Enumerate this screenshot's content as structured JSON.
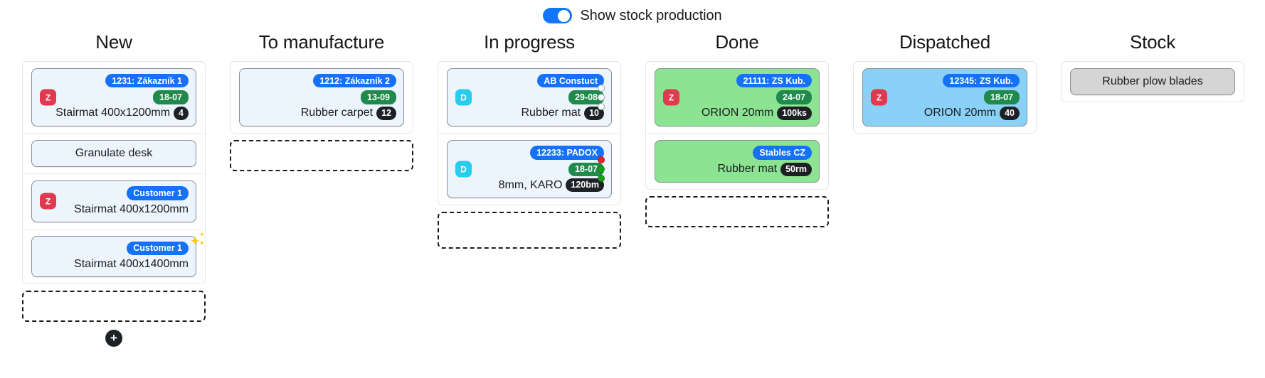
{
  "toggle": {
    "label": "Show stock production",
    "on": true,
    "accent_color": "#1476ff"
  },
  "colors": {
    "card_blue_light": "#ecf4fd",
    "card_green": "#8ce493",
    "card_blue": "#8bd0f7",
    "card_grey": "#d5d5d5",
    "badge_customer": "#1571f5",
    "badge_date": "#1f8a4c",
    "badge_qty": "#1d2125",
    "marker_red": "#e03a4e",
    "marker_cyan": "#28ccee",
    "dot_red": "#e0252f",
    "dot_green": "#18a018"
  },
  "add_button_label": "+",
  "columns": [
    {
      "title": "New",
      "cards": [
        {
          "marker": "Z",
          "marker_color": "red",
          "customer": "1231: Zákazník 1",
          "date": "18-07",
          "product": "Stairmat 400x1200mm",
          "qty": "4",
          "style": "light",
          "dots": null,
          "sparkle": false
        },
        {
          "marker": null,
          "marker_color": null,
          "customer": null,
          "date": null,
          "product": "Granulate desk",
          "qty": null,
          "style": "plain",
          "dots": null,
          "sparkle": false
        },
        {
          "marker": "Z",
          "marker_color": "red",
          "customer": "Customer 1",
          "date": null,
          "product": "Stairmat 400x1200mm",
          "qty": null,
          "style": "light",
          "dots": null,
          "sparkle": false
        },
        {
          "marker": null,
          "marker_color": null,
          "customer": "Customer 1",
          "date": null,
          "product": "Stairmat 400x1400mm",
          "qty": null,
          "style": "light",
          "dots": null,
          "sparkle": true
        }
      ],
      "dropzone": true,
      "add_button": true
    },
    {
      "title": "To manufacture",
      "cards": [
        {
          "marker": null,
          "marker_color": null,
          "customer": "1212: Zákazník 2",
          "date": "13-09",
          "product": "Rubber carpet",
          "qty": "12",
          "style": "light",
          "dots": null,
          "sparkle": false
        }
      ],
      "dropzone": true,
      "add_button": false
    },
    {
      "title": "In progress",
      "cards": [
        {
          "marker": "D",
          "marker_color": "cyan",
          "customer": "AB Constuct",
          "date": "29-08",
          "product": "Rubber mat",
          "qty": "10",
          "style": "light",
          "dots": [
            "empty",
            "empty",
            "empty"
          ],
          "sparkle": false
        },
        {
          "marker": "D",
          "marker_color": "cyan",
          "customer": "12233: PADOX",
          "date": "18-07",
          "product": "8mm, KARO",
          "qty": "120bm",
          "style": "light",
          "dots": [
            "red",
            "green",
            "green"
          ],
          "sparkle": false
        }
      ],
      "dropzone": true,
      "add_button": false
    },
    {
      "title": "Done",
      "cards": [
        {
          "marker": "Z",
          "marker_color": "red",
          "customer": "21111: ZS Kub.",
          "date": "24-07",
          "product": "ORION 20mm",
          "qty": "100ks",
          "style": "green",
          "dots": null,
          "sparkle": false
        },
        {
          "marker": null,
          "marker_color": null,
          "customer": "Stables CZ",
          "date": null,
          "product": "Rubber mat",
          "qty": "50rm",
          "style": "green",
          "dots": null,
          "sparkle": false
        }
      ],
      "dropzone": true,
      "add_button": false
    },
    {
      "title": "Dispatched",
      "cards": [
        {
          "marker": "Z",
          "marker_color": "red",
          "customer": "12345: ZS Kub.",
          "date": "18-07",
          "product": "ORION 20mm",
          "qty": "40",
          "style": "blue",
          "dots": null,
          "sparkle": false
        }
      ],
      "dropzone": false,
      "add_button": false
    },
    {
      "title": "Stock",
      "cards": [
        {
          "marker": null,
          "marker_color": null,
          "customer": null,
          "date": null,
          "product": "Rubber plow blades",
          "qty": null,
          "style": "grey",
          "dots": null,
          "sparkle": false
        }
      ],
      "dropzone": false,
      "add_button": false
    }
  ]
}
